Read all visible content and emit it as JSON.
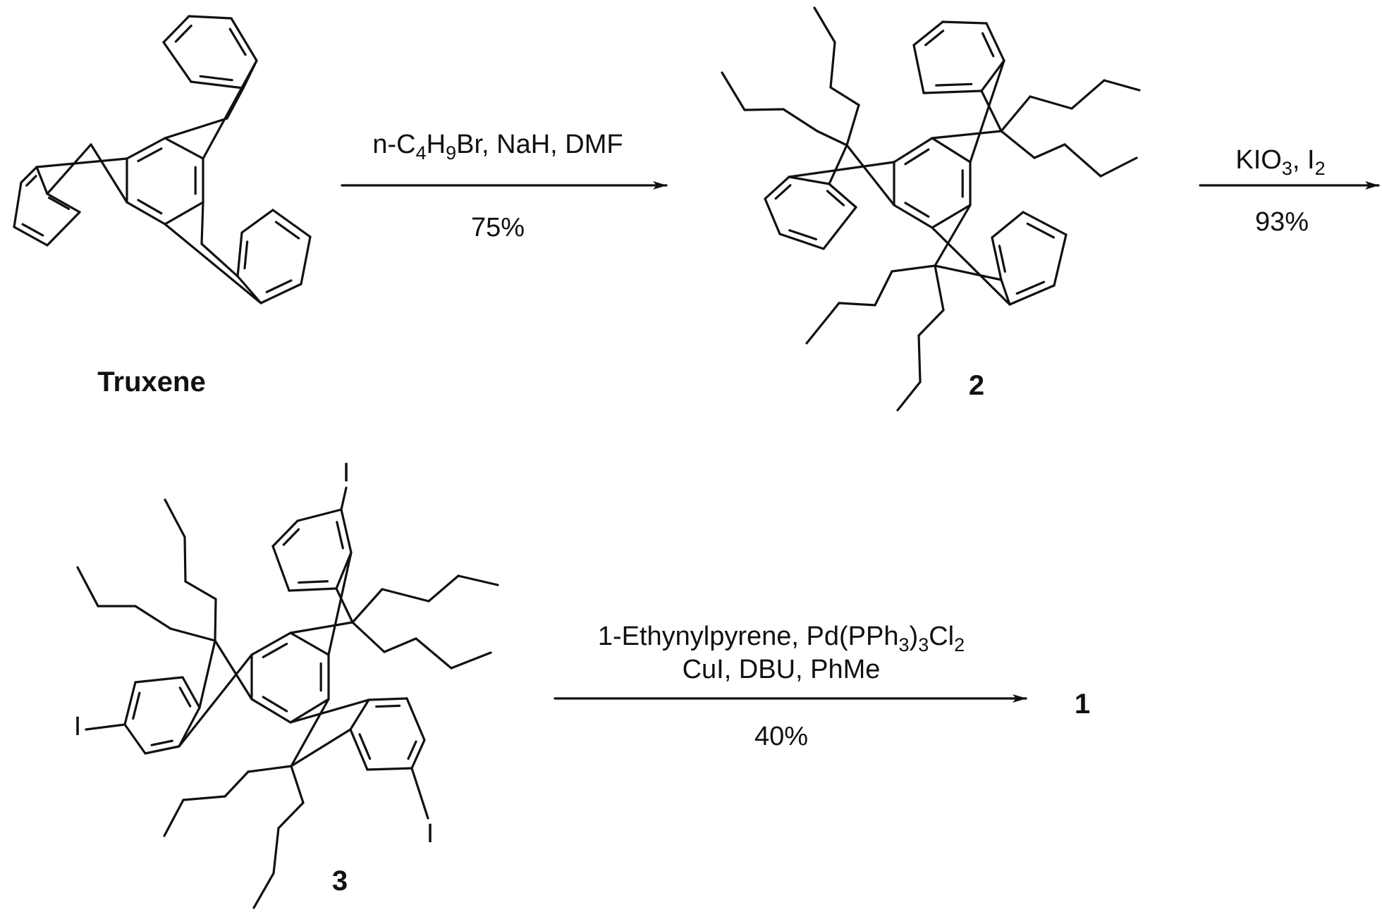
{
  "scheme": {
    "compounds": {
      "truxene": "Truxene",
      "c2": "2",
      "c3": "3",
      "c1": "1"
    },
    "atoms": {
      "iodine": "I"
    },
    "steps": [
      {
        "reagent": [
          "n-C",
          "4",
          "H",
          "9",
          "Br, NaH, DMF"
        ],
        "yield": "75%"
      },
      {
        "reagent": [
          "KIO",
          "3",
          ", I",
          "2"
        ],
        "yield": "93%"
      },
      {
        "reagent_line1": [
          "1-Ethynylpyrene, Pd(PPh",
          "3",
          ")",
          "3",
          "Cl",
          "2"
        ],
        "reagent_line2": "CuI, DBU, PhMe",
        "yield": "40%"
      }
    ],
    "colors": {
      "ink": "#111111",
      "background": "#ffffff"
    }
  }
}
